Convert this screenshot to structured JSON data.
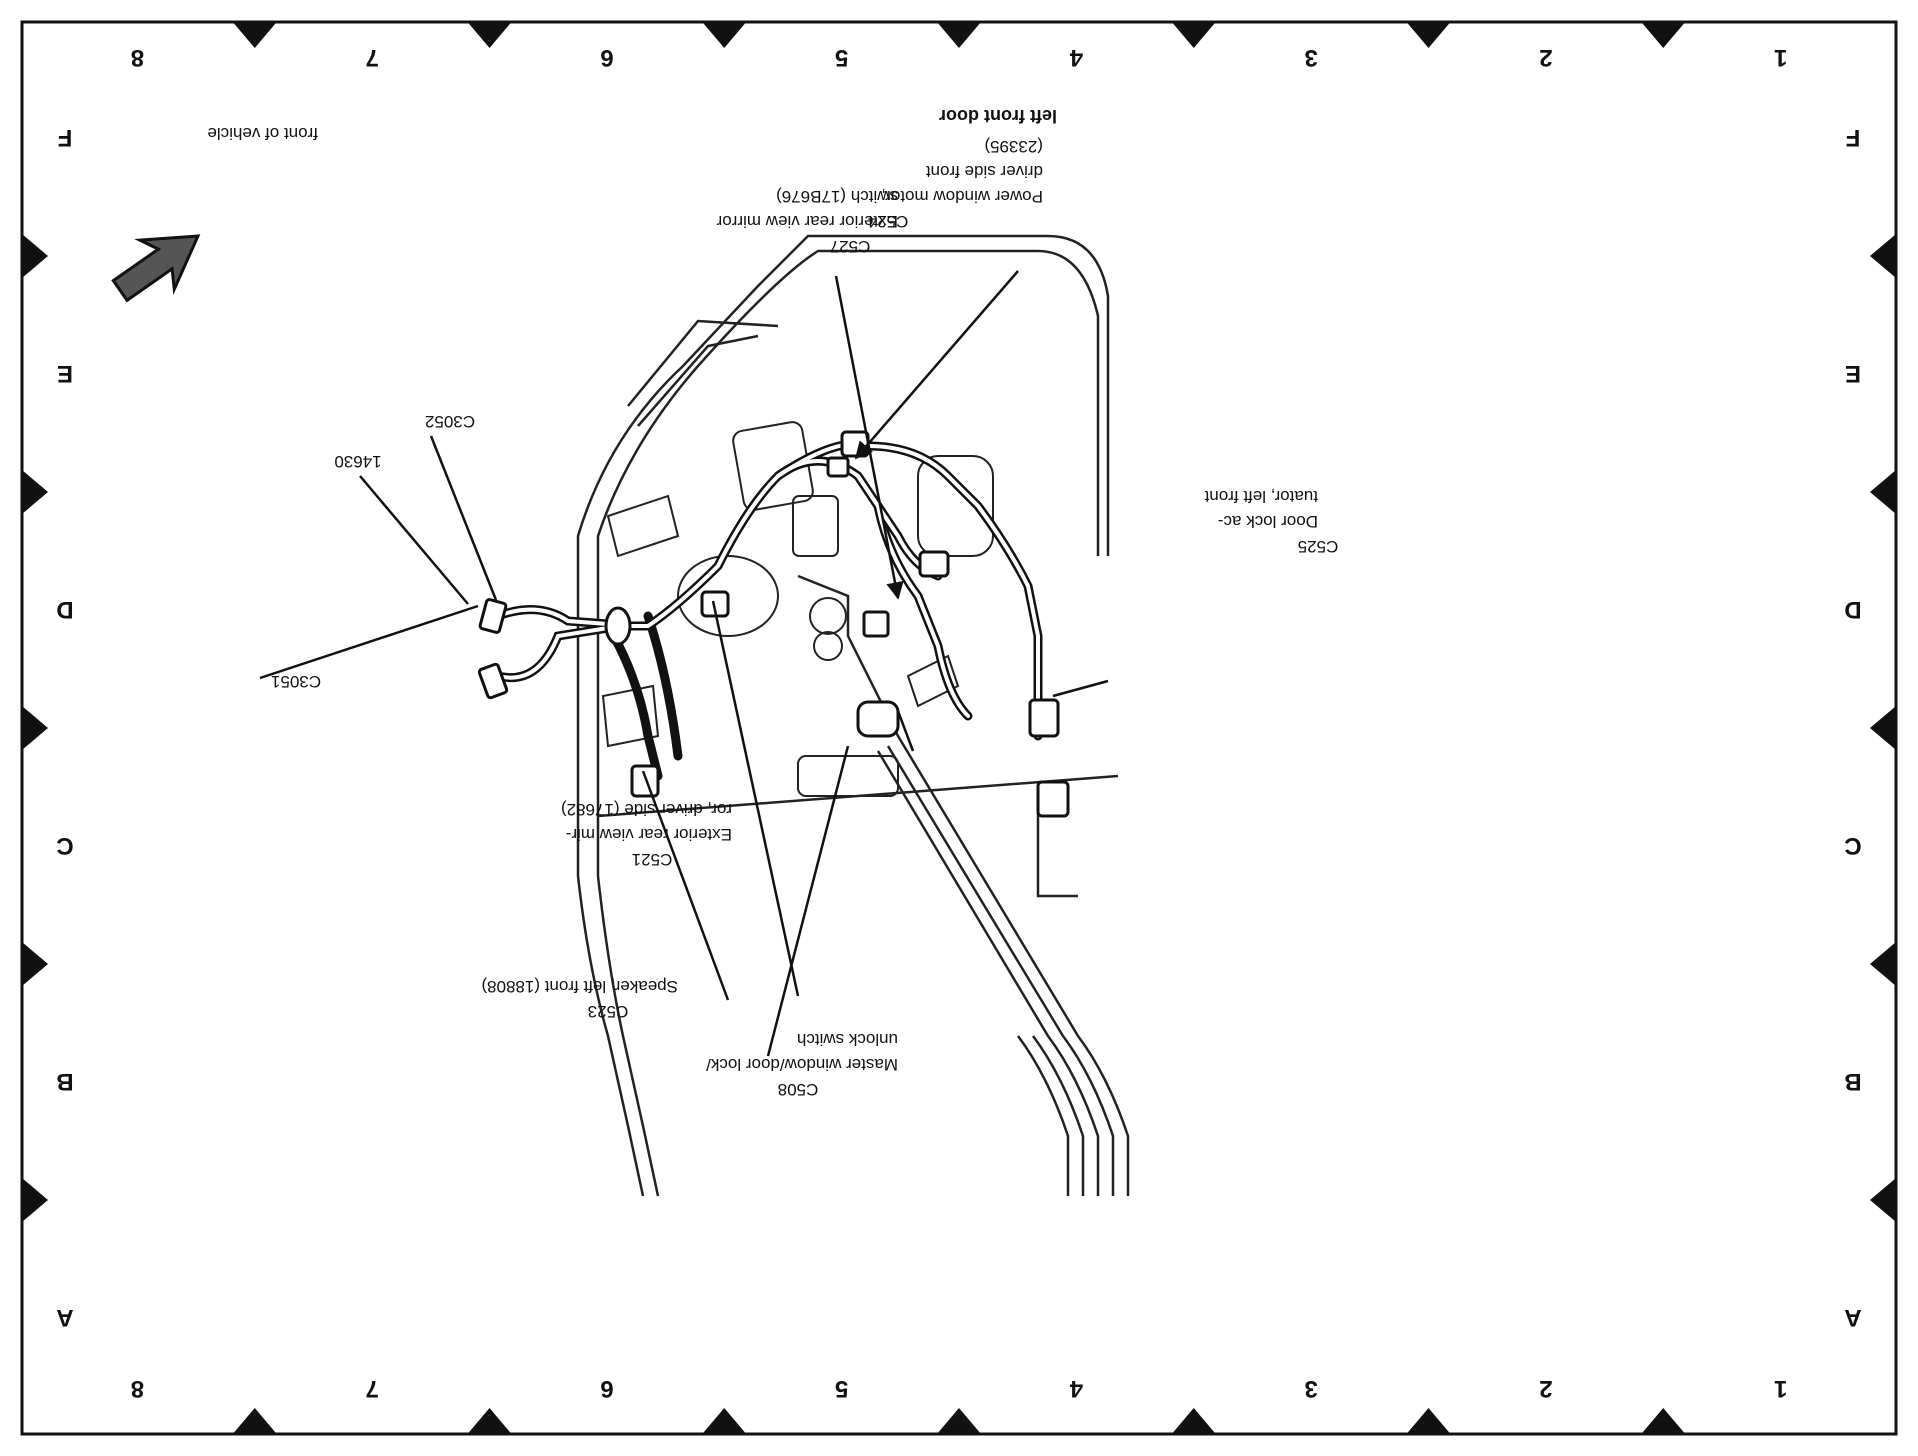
{
  "grid": {
    "columns": [
      "1",
      "2",
      "3",
      "4",
      "5",
      "6",
      "7",
      "8"
    ],
    "rows": [
      "A",
      "B",
      "C",
      "D",
      "E",
      "F"
    ]
  },
  "title": "left front door",
  "orientation_note": "front of vehicle",
  "callouts": {
    "c524": {
      "code": "C524",
      "lines": [
        "Power window motor,",
        "driver side front",
        "(23395)"
      ]
    },
    "c527": {
      "code": "C527",
      "lines": [
        "Exterior rear view mirror",
        "switch (17B676)"
      ]
    },
    "c3052": {
      "code": "C3052"
    },
    "harness": {
      "code": "14630"
    },
    "c525": {
      "code": "C525",
      "lines": [
        "Door lock ac-",
        "tuator, left front"
      ]
    },
    "c3051": {
      "code": "C3051"
    },
    "c521": {
      "code": "C521",
      "lines": [
        "Exterior rear view mir-",
        "ror, driver side (17682)"
      ]
    },
    "c523": {
      "code": "C523",
      "lines": [
        "Speaker, left front (18808)"
      ]
    },
    "c508": {
      "code": "C508",
      "lines": [
        "Master window/door lock/",
        "unlock switch"
      ]
    }
  },
  "colors": {
    "ink": "#111111",
    "paper": "#ffffff",
    "shade": "#666666"
  }
}
